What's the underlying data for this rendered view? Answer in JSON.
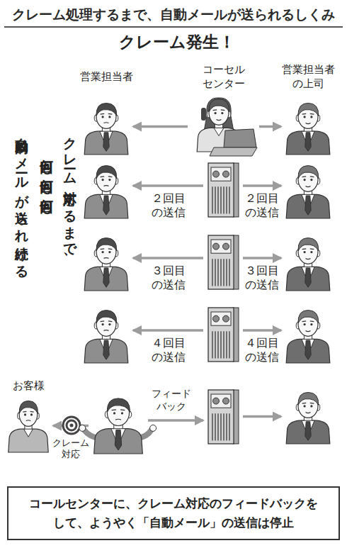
{
  "diagram": {
    "title": "クレーム処理するまで、自動メールが送られるしくみ",
    "nodes": [
      {
        "text": [
          "営業担当者"
        ]
      },
      {
        "text": [
          "コーセル センター"
        ]
      },
      {
        "text": [
          "営業担当者 の上司"
        ]
      },
      {
        "text": []
      },
      {
        "text": []
      },
      {
        "text": []
      },
      {
        "text": []
      },
      {
        "text": []
      },
      {
        "text": []
      },
      {
        "text": []
      },
      {
        "text": []
      },
      {
        "text": []
      },
      {
        "text": [
          "お客様"
        ]
      },
      {
        "text": []
      },
      {
        "text": []
      },
      {
        "text": []
      },
      {
        "text": [
          "コールセンターに、クレーム対応のフィードバックを して、ようやく「自動メール」の送信は停止"
        ]
      }
    ],
    "edges": [
      {
        "from": 1,
        "to": 0,
        "arrow": "to"
      },
      {
        "from": 1,
        "to": 2,
        "arrow": "to"
      },
      {
        "from": 4,
        "to": 3,
        "label": "２回目 の送信",
        "arrow": "to"
      },
      {
        "from": 4,
        "to": 5,
        "label": "２回目 の送信",
        "arrow": "to"
      },
      {
        "from": 7,
        "to": 6,
        "label": "３回目 の送信",
        "arrow": "to"
      },
      {
        "from": 7,
        "to": 8,
        "label": "３回目 の送信",
        "arrow": "to"
      },
      {
        "from": 10,
        "to": 9,
        "label": "４回目 の送信",
        "arrow": "to"
      },
      {
        "from": 10,
        "to": 11,
        "label": "４回目 の送信",
        "arrow": "to"
      },
      {
        "from": 13,
        "to": 12,
        "label": "クレーム 対応",
        "arrow": "to"
      },
      {
        "from": 13,
        "to": 14,
        "label": "フィード バック",
        "arrow": "to"
      },
      {
        "from": 14,
        "to": 15,
        "arrow": "to"
      }
    ],
    "labels": [
      "クレーム発生！",
      "クレーム対応するまで、",
      "何回も何回も何回も",
      "自動的にメールが送られ続ける"
    ]
  }
}
